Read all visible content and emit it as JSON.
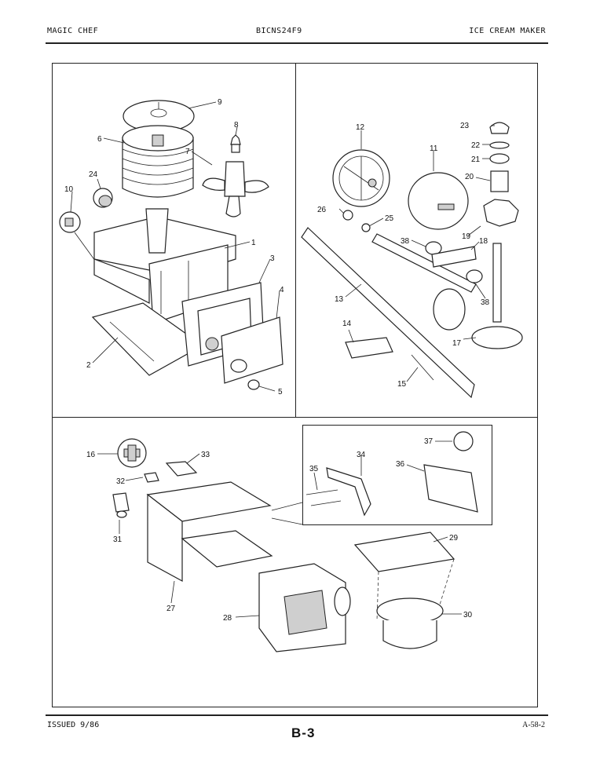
{
  "header": {
    "brand": "MAGIC CHEF",
    "model": "BICNS24F9",
    "section": "ICE CREAM MAKER"
  },
  "footer": {
    "issued": "ISSUED 9/86",
    "page": "B-3",
    "ref": "A-58-2"
  },
  "callouts": {
    "p1": "1",
    "p2": "2",
    "p3": "3",
    "p4": "4",
    "p5": "5",
    "p6": "6",
    "p7": "7",
    "p8": "8",
    "p9": "9",
    "p10": "10",
    "p11": "11",
    "p12": "12",
    "p13": "13",
    "p14": "14",
    "p15": "15",
    "p16": "16",
    "p17": "17",
    "p18": "18",
    "p19": "19",
    "p20": "20",
    "p21": "21",
    "p22": "22",
    "p23": "23",
    "p24": "24",
    "p25": "25",
    "p26": "26",
    "p27": "27",
    "p28": "28",
    "p29": "29",
    "p30": "30",
    "p31": "31",
    "p32": "32",
    "p33": "33",
    "p34": "34",
    "p35": "35",
    "p36": "36",
    "p37": "37",
    "p38a": "38",
    "p38b": "38"
  }
}
